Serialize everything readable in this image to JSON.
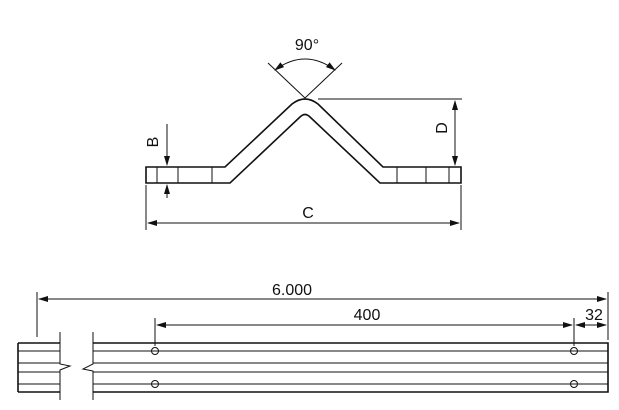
{
  "top_view": {
    "angle_label": "90°",
    "b_label": "B",
    "c_label": "C",
    "d_label": "D"
  },
  "bottom_view": {
    "overall_length_label": "6.000",
    "hole_spacing_label": "400",
    "end_offset_label": "32"
  }
}
